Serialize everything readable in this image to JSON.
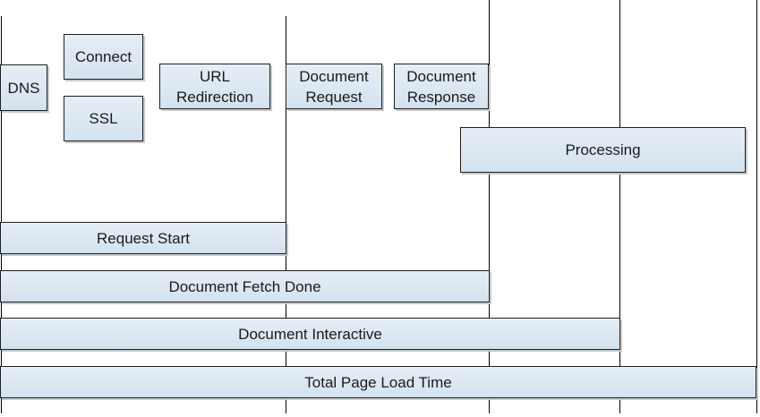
{
  "diagram": {
    "colors": {
      "box_fill_top": "#e6eef6",
      "box_fill_bottom": "#d4e2ef",
      "box_border": "#1f1f1f",
      "line": "#000000",
      "text": "#1a1a1a"
    },
    "steps": {
      "dns": "DNS",
      "connect": "Connect",
      "ssl": "SSL",
      "url_redirection": "URL\nRedirection",
      "document_request": "Document\nRequest",
      "document_response": "Document\nResponse",
      "processing": "Processing"
    },
    "milestones": {
      "request_start": "Request Start",
      "document_fetch_done": "Document Fetch Done",
      "document_interactive": "Document Interactive",
      "total_page_load_time": "Total Page Load Time"
    }
  }
}
